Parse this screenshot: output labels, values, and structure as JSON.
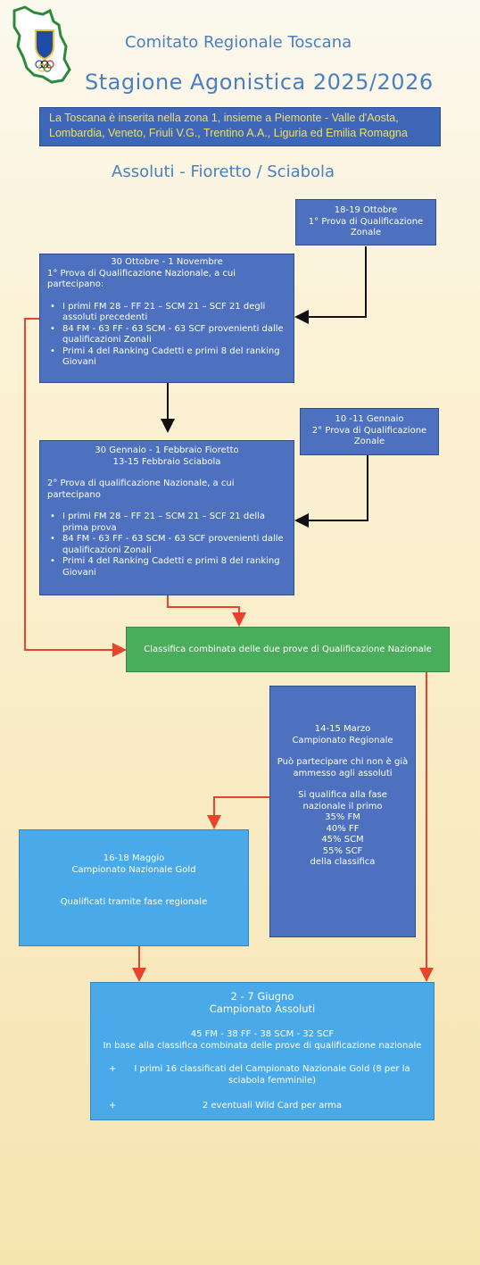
{
  "header": {
    "org": "Comitato Regionale Toscana",
    "season": "Stagione Agonistica 2025/2026",
    "info": "La Toscana è inserita nella zona 1, insieme a Piemonte - Valle d'Aosta, Lombardia, Veneto, Friuli V.G., Trentino A.A., Liguria ed Emilia Romagna",
    "subtitle": "Assoluti - Fioretto / Sciabola"
  },
  "boxes": {
    "zonal1": {
      "date": "18-19 Ottobre",
      "title": "1° Prova di Qualificazione Zonale"
    },
    "national1": {
      "date": "30 Ottobre - 1 Novembre",
      "intro": "1° Prova di Qualificazione Nazionale, a cui partecipano:",
      "items": [
        "I primi FM 28 – FF 21 – SCM 21 – SCF 21 degli assoluti precedenti",
        "84 FM - 63 FF - 63 SCM - 63 SCF provenienti dalle qualificazioni Zonali",
        "Primi 4 del Ranking Cadetti e primi 8 del ranking Giovani"
      ]
    },
    "zonal2": {
      "date": "10 -11 Gennaio",
      "title": "2° Prova di Qualificazione Zonale"
    },
    "national2": {
      "date1": "30 Gennaio - 1 Febbraio Fioretto",
      "date2": "13-15 Febbraio Sciabola",
      "intro": "2° Prova di qualificazione Nazionale, a cui partecipano",
      "items": [
        "I primi FM 28 – FF 21 – SCM 21 – SCF 21 della prima prova",
        "84 FM - 63 FF - 63 SCM - 63 SCF provenienti dalle qualificazioni Zonali",
        "Primi 4 del Ranking Cadetti e primi 8 del ranking Giovani"
      ]
    },
    "combined": {
      "title": "Classifica combinata delle due prove di Qualificazione Nazionale"
    },
    "regional": {
      "date": "14-15 Marzo",
      "title": "Campionato Regionale",
      "p1": "Può partecipare chi non è già ammesso agli assoluti",
      "p2": "Si qualifica alla fase nazionale il primo",
      "pct": [
        "35% FM",
        "40% FF",
        "45% SCM",
        "55% SCF"
      ],
      "tail": "della classifica"
    },
    "gold": {
      "date": "16-18 Maggio",
      "title": "Campionato Nazionale Gold",
      "note": "Qualificati tramite fase regionale"
    },
    "assoluti": {
      "date": "2 - 7 Giugno",
      "title": "Campionato Assoluti",
      "quota": "45 FM - 38 FF - 38 SCM - 32 SCF",
      "basis": "In base alla classifica combinata delle prove di qualificazione nazionale",
      "items": [
        "I primi 16 classificati del Campionato Nazionale Gold (8 per la sciabola femminile)",
        "2 eventuali Wild Card per arma"
      ]
    }
  },
  "colors": {
    "dark_box": "#4d71bf",
    "light_box": "#4aa9e8",
    "green_box": "#4aad5c",
    "arrow_red": "#e8432b",
    "arrow_black": "#111111"
  }
}
